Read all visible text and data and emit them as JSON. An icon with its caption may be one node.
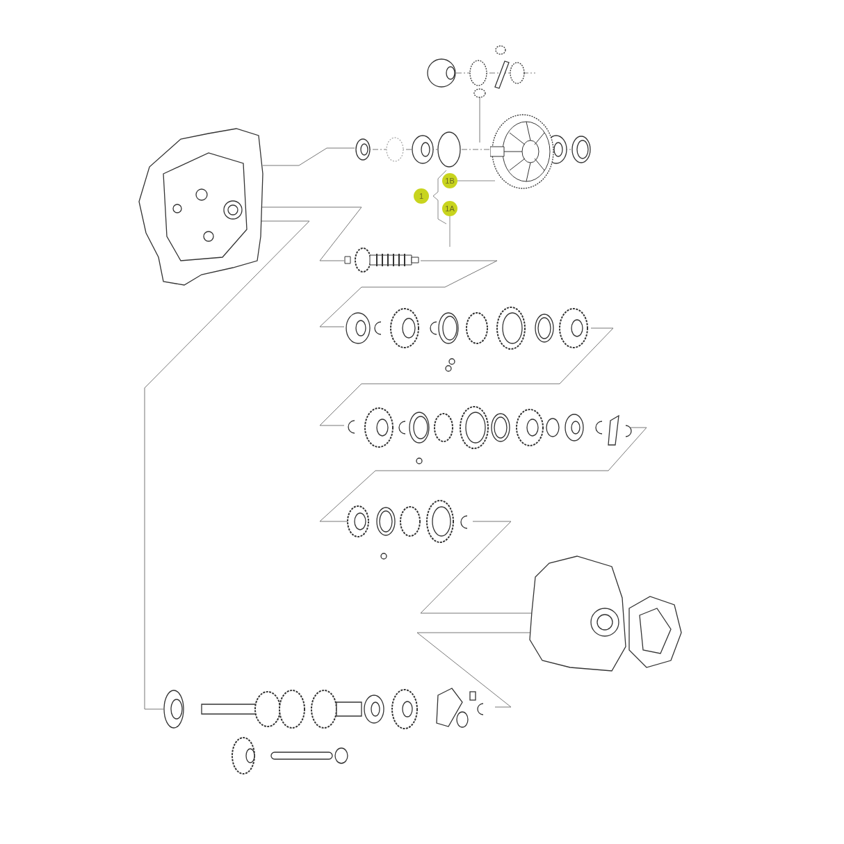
{
  "diagram": {
    "nodes": [
      {
        "text": [
          "1"
        ]
      },
      {
        "text": [
          "1B"
        ]
      },
      {
        "text": [
          "1A"
        ]
      },
      {
        "text": [],
        "shape": "picture"
      },
      {
        "text": [],
        "shape": "picture"
      }
    ],
    "edges": [
      {
        "from": 1,
        "to": 3,
        "arrow": "none"
      },
      {
        "from": 2,
        "to": 4,
        "arrow": "none"
      }
    ]
  }
}
